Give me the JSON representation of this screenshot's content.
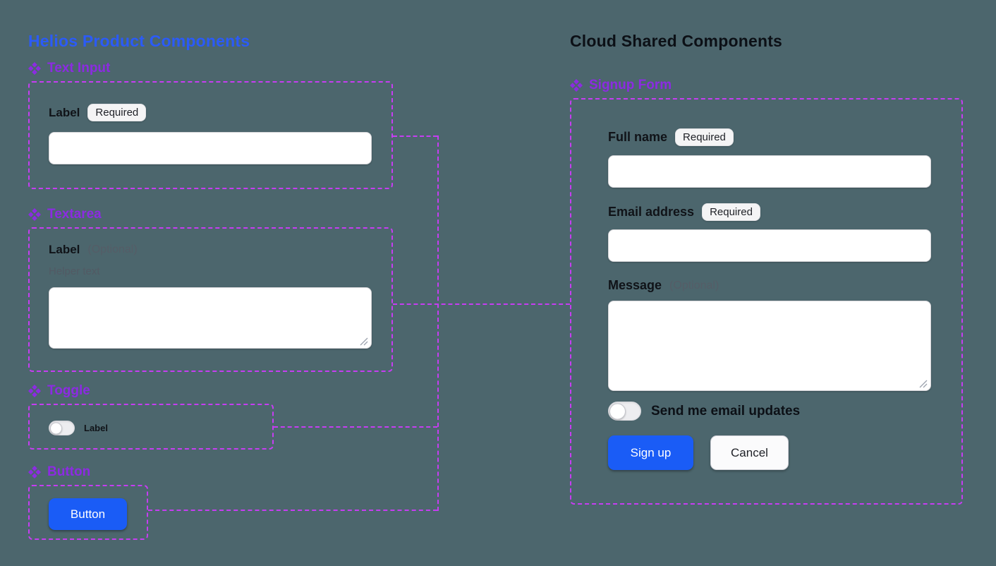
{
  "colors": {
    "canvas_bg": "#4c666d",
    "left_title_blue": "#2b5bf7",
    "component_purple": "#8c2be2",
    "outline_magenta": "#c63df2",
    "primary_button_blue": "#1a5cf6"
  },
  "left": {
    "title": "Helios Product Components",
    "text_input": {
      "heading": "Text Input",
      "label": "Label",
      "badge": "Required",
      "value": "",
      "placeholder": ""
    },
    "textarea": {
      "heading": "Textarea",
      "label": "Label",
      "optional": "(Optional)",
      "helper": "Helper text",
      "value": "",
      "placeholder": ""
    },
    "toggle": {
      "heading": "Toggle",
      "label": "Label",
      "state": "off"
    },
    "button": {
      "heading": "Button",
      "label": "Button"
    }
  },
  "right": {
    "title": "Cloud Shared Components",
    "signup": {
      "heading": "Signup Form",
      "full_name": {
        "label": "Full name",
        "badge": "Required",
        "value": "",
        "placeholder": ""
      },
      "email": {
        "label": "Email address",
        "badge": "Required",
        "value": "",
        "placeholder": ""
      },
      "message": {
        "label": "Message",
        "optional": "(Optional)",
        "value": "",
        "placeholder": ""
      },
      "updates_toggle": {
        "label": "Send me email updates",
        "state": "off"
      },
      "sign_up_label": "Sign up",
      "cancel_label": "Cancel"
    }
  }
}
